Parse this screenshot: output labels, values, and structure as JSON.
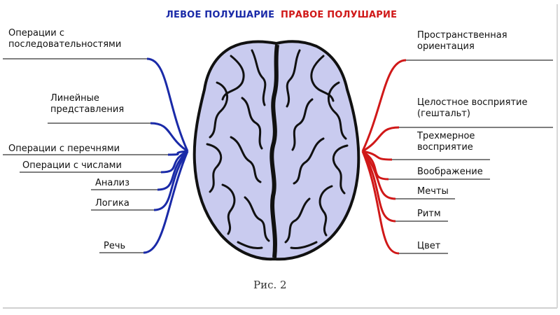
{
  "headers": {
    "left": "ЛЕВОЕ ПОЛУШАРИЕ",
    "right": "ПРАВОЕ ПОЛУШАРИЕ"
  },
  "left_labels": [
    {
      "lines": [
        "Операции с",
        "последовательностями"
      ]
    },
    {
      "lines": [
        "Линейные",
        "представления"
      ]
    },
    {
      "lines": [
        "Операции с перечнями"
      ]
    },
    {
      "lines": [
        "Операции с числами"
      ]
    },
    {
      "lines": [
        "Анализ"
      ]
    },
    {
      "lines": [
        "Логика"
      ]
    },
    {
      "lines": [
        "Речь"
      ]
    }
  ],
  "right_labels": [
    {
      "lines": [
        "Пространственная",
        "ориентация"
      ]
    },
    {
      "lines": [
        "Целостное восприятие",
        "(гештальт)"
      ]
    },
    {
      "lines": [
        "Трехмерное",
        "восприятие"
      ]
    },
    {
      "lines": [
        "Воображение"
      ]
    },
    {
      "lines": [
        "Мечты"
      ]
    },
    {
      "lines": [
        "Ритм"
      ]
    },
    {
      "lines": [
        "Цвет"
      ]
    }
  ],
  "caption": "Рис. 2",
  "colors": {
    "left": "#1a2aa8",
    "right": "#d01818",
    "brain_fill": "#c9cbef",
    "brain_stroke": "#111111"
  }
}
